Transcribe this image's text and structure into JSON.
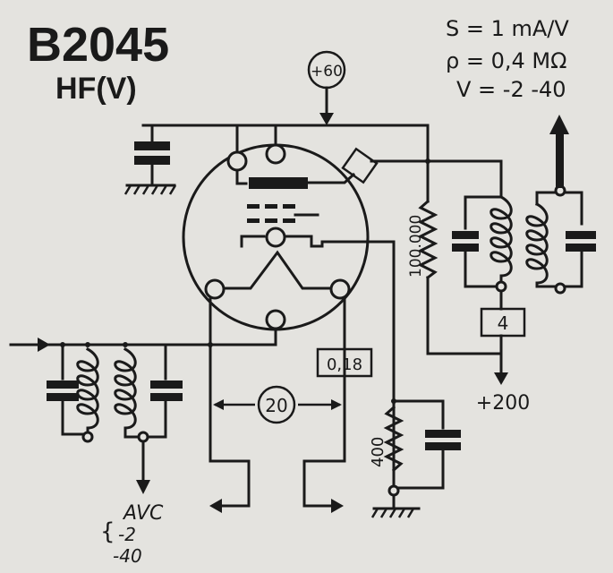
{
  "title": {
    "model": "B2045",
    "type": "HF(V)"
  },
  "specs": {
    "line1": "S = 1 mA/V",
    "line2": "ρ = 0,4 MΩ",
    "line3": "V = -2  -40"
  },
  "labels": {
    "g2_voltage": "+60",
    "resistor_screen": "100.000",
    "coil_box": "4",
    "supply": "+200",
    "heater_current": "0,18",
    "heater_voltage": "20",
    "cathode_resistor": "400",
    "avc_title": "AVC",
    "avc_v1": "-2",
    "avc_v2": "-40"
  }
}
